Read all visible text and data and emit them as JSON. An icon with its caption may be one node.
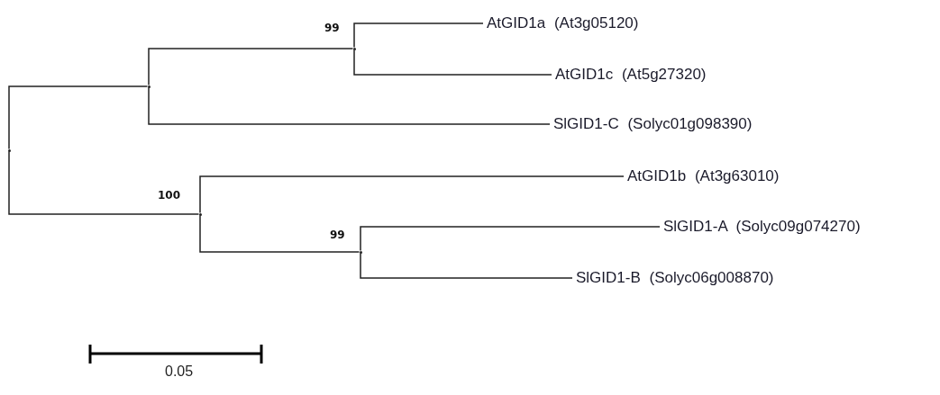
{
  "diagram": {
    "nodes": [
      {
        "text": [],
        "shape": "point"
      },
      {
        "text": [],
        "shape": "point"
      },
      {
        "text": [],
        "shape": "point",
        "beside": [
          "99"
        ]
      },
      {
        "text": [
          "AtGID1a (At3g05120)"
        ]
      },
      {
        "text": [
          "AtGID1c (At5g27320)"
        ]
      },
      {
        "text": [
          "SlGID1-C (Solyc01g098390)"
        ]
      },
      {
        "text": [],
        "shape": "point",
        "beside": [
          "100"
        ]
      },
      {
        "text": [
          "AtGID1b (At3g63010)"
        ]
      },
      {
        "text": [],
        "shape": "point",
        "beside": [
          "99"
        ]
      },
      {
        "text": [
          "SlGID1-A (Solyc09g074270)"
        ]
      },
      {
        "text": [
          "SlGID1-B (Solyc06g008870)"
        ]
      }
    ],
    "edges": [
      {
        "from": 0,
        "to": 1,
        "arrow": "none"
      },
      {
        "from": 0,
        "to": 6,
        "arrow": "none"
      },
      {
        "from": 1,
        "to": 2,
        "arrow": "none"
      },
      {
        "from": 1,
        "to": 5,
        "arrow": "none"
      },
      {
        "from": 2,
        "to": 3,
        "arrow": "none"
      },
      {
        "from": 2,
        "to": 4,
        "arrow": "none"
      },
      {
        "from": 6,
        "to": 7,
        "arrow": "none"
      },
      {
        "from": 6,
        "to": 8,
        "arrow": "none"
      },
      {
        "from": 8,
        "to": 9,
        "arrow": "none"
      },
      {
        "from": 8,
        "to": 10,
        "arrow": "none"
      }
    ],
    "labels": [
      "0.05"
    ]
  }
}
